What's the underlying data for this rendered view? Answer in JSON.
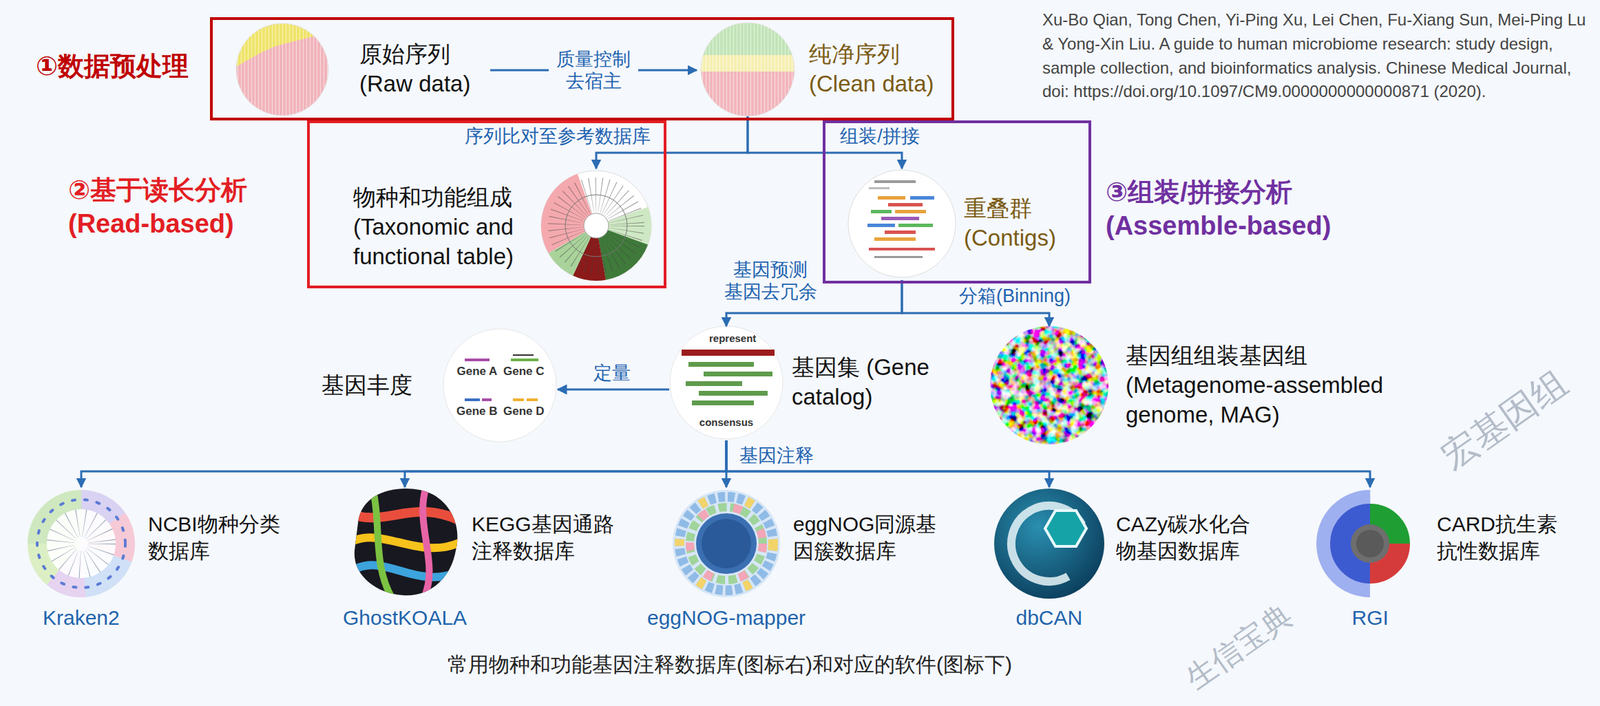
{
  "diagram": {
    "caption": "常用物种和功能基因注释数据库(图标右)和对应的软件(图标下)",
    "nodes": [
      {
        "text": [
          "①数据预处理"
        ]
      },
      {
        "text": [
          "原始序列 (Raw data)"
        ],
        "in": 0
      },
      {
        "text": [
          "纯净序列 (Clean data)"
        ],
        "in": 0
      },
      {
        "text": [
          "②基于读长分析 (Read-based)"
        ]
      },
      {
        "text": [
          "物种和功能组成 (Taxonomic and functional table)"
        ],
        "in": 3
      },
      {
        "text": [
          "③组装/拼接分析 (Assemble-based)"
        ]
      },
      {
        "text": [
          "重叠群 (Contigs)"
        ],
        "in": 5
      },
      {
        "text": [
          "基因丰度"
        ]
      },
      {
        "text": [
          "基因集 (Gene catalog)"
        ]
      },
      {
        "text": [
          "基因组组装基因组 (Metagenome-assembled genome, MAG)"
        ]
      },
      {
        "text": [
          "NCBI物种分类 数据库",
          "Kraken2"
        ]
      },
      {
        "text": [
          "KEGG基因通路 注释数据库",
          "GhostKOALA"
        ]
      },
      {
        "text": [
          "eggNOG同源基 因簇数据库",
          "eggNOG-mapper"
        ]
      },
      {
        "text": [
          "CAZy碳水化合 物基因数据库",
          "dbCAN"
        ]
      },
      {
        "text": [
          "CARD抗生素 抗性数据库",
          "RGI"
        ]
      }
    ],
    "edges": [
      {
        "from": 1,
        "to": 2,
        "arrow": "to",
        "label": "质量控制 去宿主"
      },
      {
        "from": 2,
        "to": 4,
        "arrow": "to",
        "label": "序列比对至参考数据库"
      },
      {
        "from": 2,
        "to": 6,
        "arrow": "to",
        "label": "组装/拼接"
      },
      {
        "from": 6,
        "to": 8,
        "arrow": "to",
        "label": "基因预测 基因去冗余"
      },
      {
        "from": 6,
        "to": 9,
        "arrow": "to",
        "label": "分箱(Binning)"
      },
      {
        "from": 8,
        "to": 7,
        "arrow": "to",
        "label": "定量"
      },
      {
        "from": 8,
        "to": 10,
        "arrow": "to"
      },
      {
        "from": 8,
        "to": 11,
        "arrow": "to"
      },
      {
        "from": 8,
        "to": 12,
        "arrow": "to",
        "label": "基因注释"
      },
      {
        "from": 8,
        "to": 13,
        "arrow": "to"
      },
      {
        "from": 8,
        "to": 14,
        "arrow": "to"
      }
    ],
    "labels": [
      "Xu-Bo Qian, Tong Chen, Yi-Ping Xu, Lei Chen, Fu-Xiang Sun, Mei-Ping Lu & Yong-Xin Liu. A guide to human microbiome research: study design, sample collection, and bioinformatics analysis. Chinese Medical Journal, doi: https://doi.org/10.1097/CM9.0000000000000871 (2020).",
      "represent",
      "consensus",
      "Gene A",
      "Gene C",
      "Gene B",
      "Gene D",
      "宏基因组",
      "生信宝典"
    ]
  }
}
